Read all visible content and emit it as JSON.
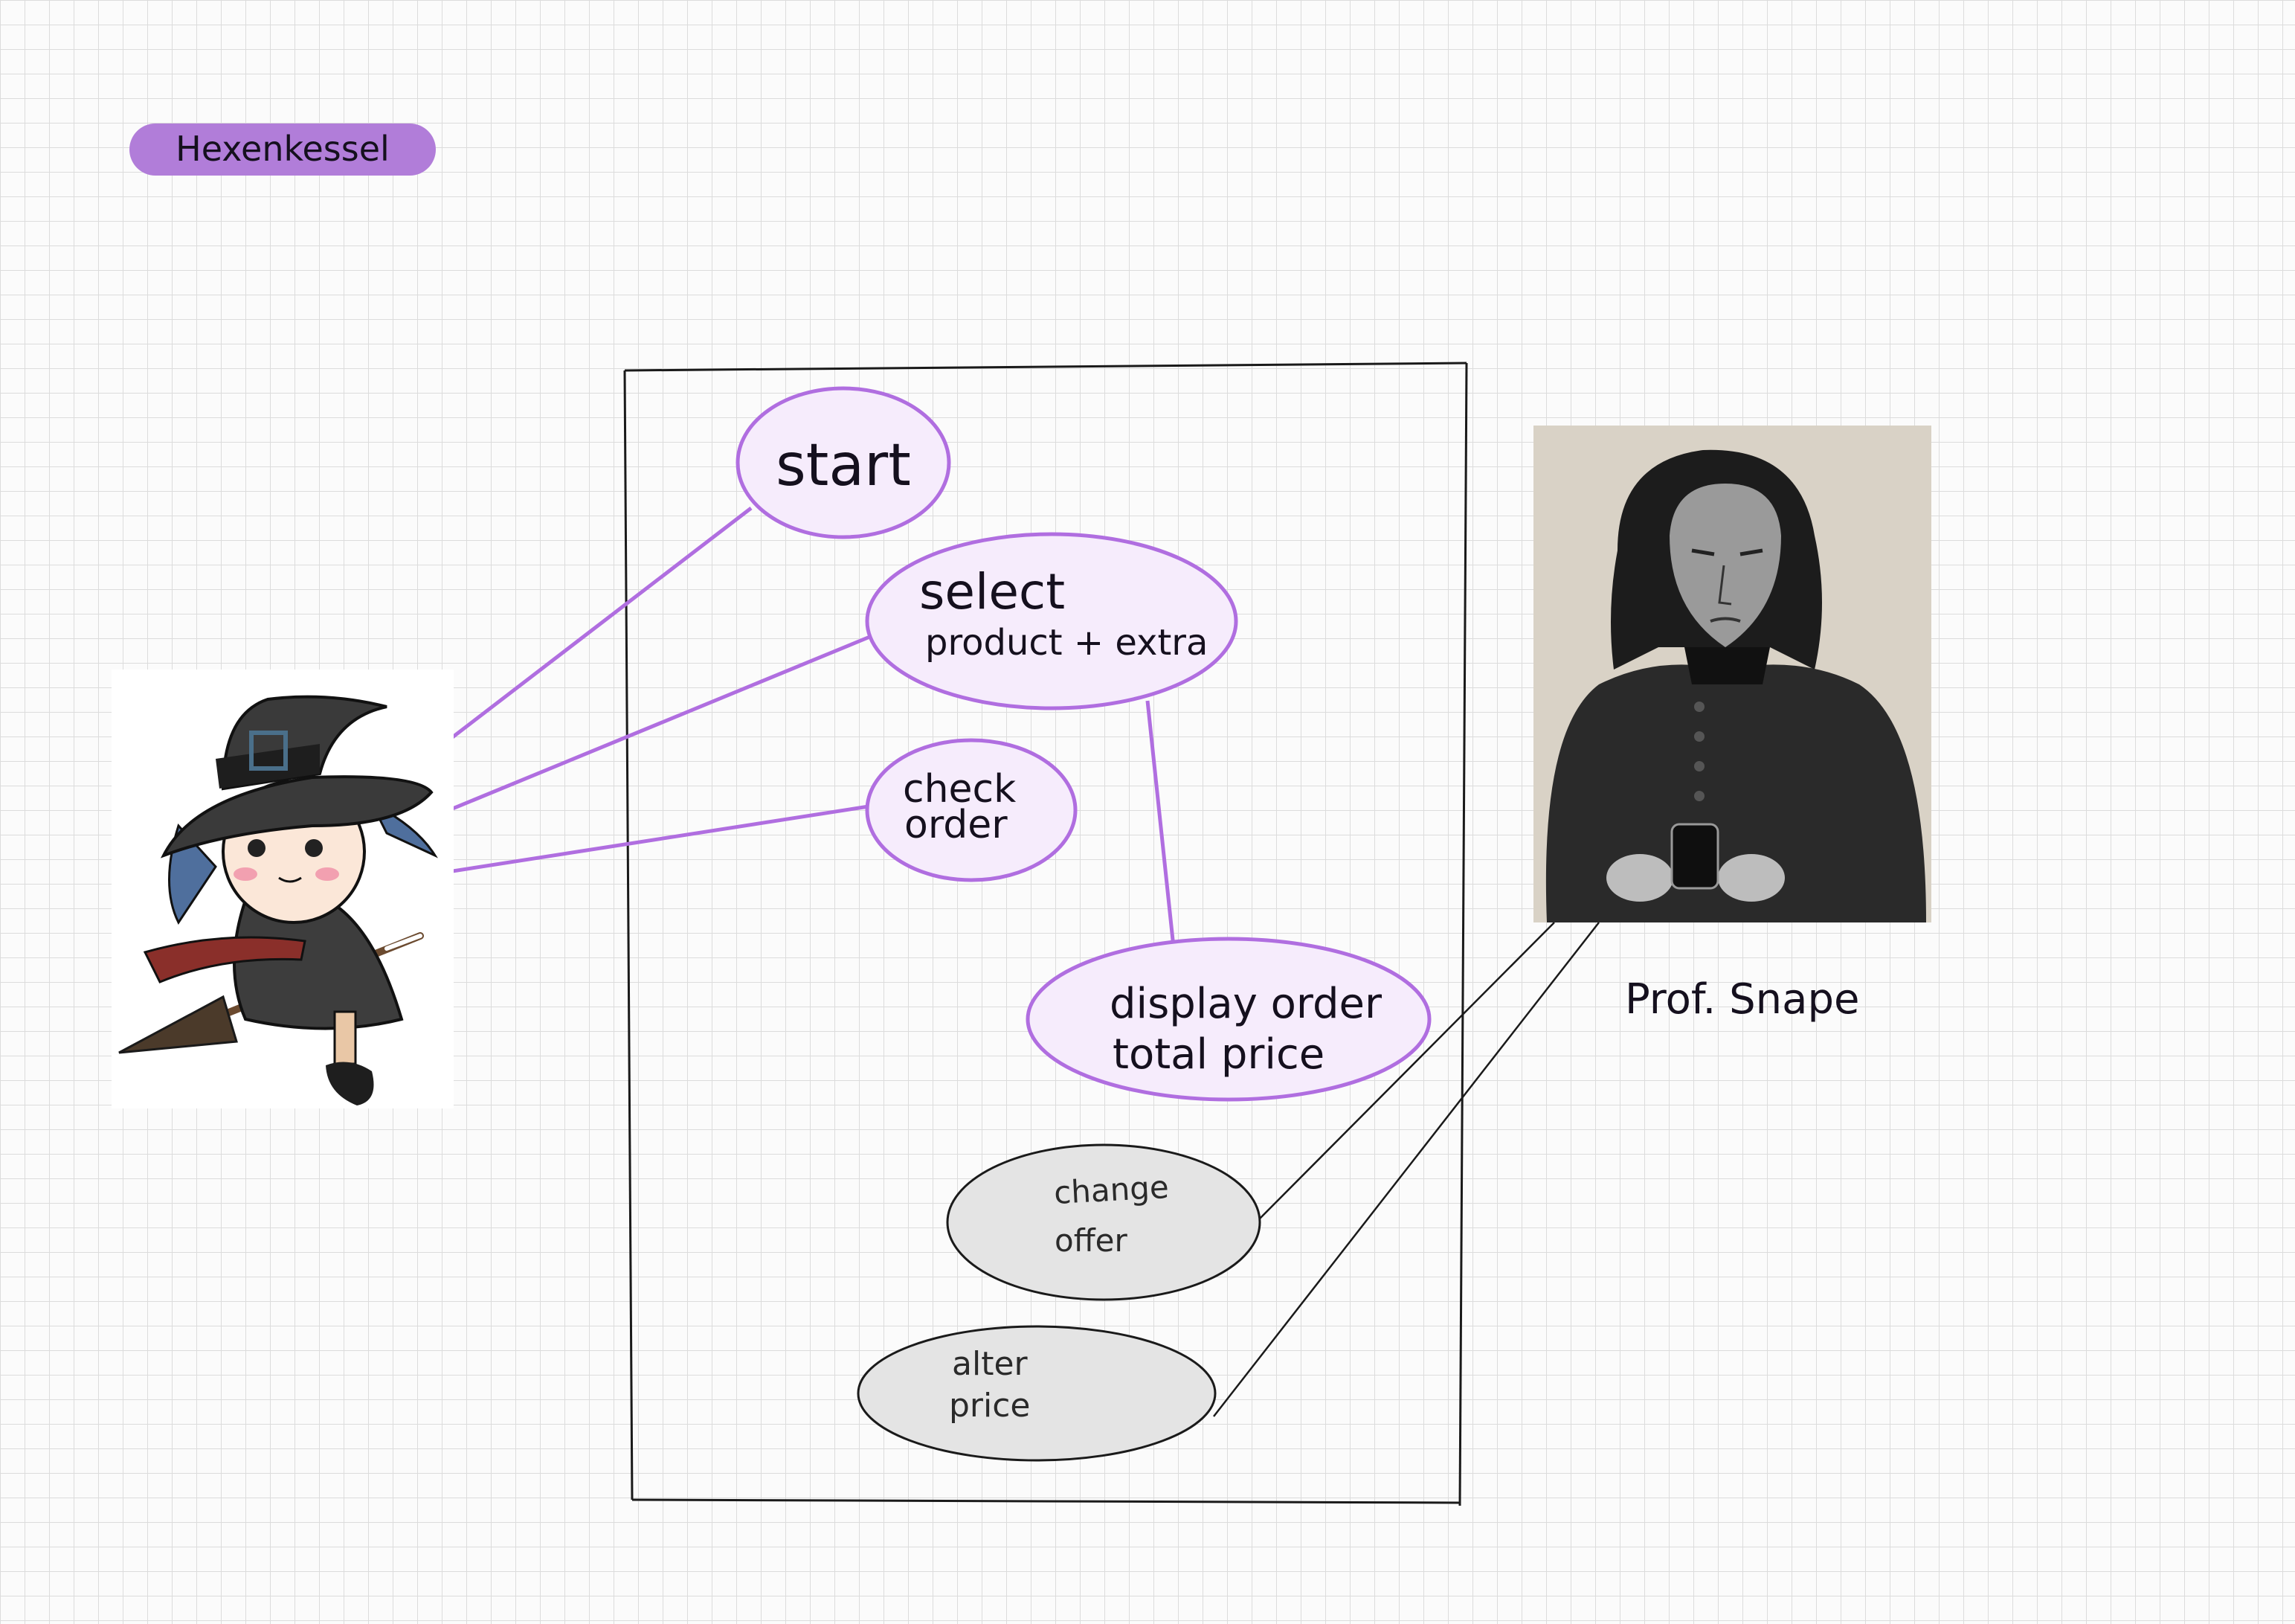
{
  "title": "Hexenkessel",
  "use_cases": {
    "start": "start",
    "select_l1": "select",
    "select_l2": "product + extra",
    "check_l1": "check",
    "check_l2": "order",
    "display_l1": "display order",
    "display_l2": "total price",
    "change_l1": "change",
    "change_l2": "offer",
    "alter_l1": "alter",
    "alter_l2": "price"
  },
  "actors": {
    "witch": {
      "icon": "witch-icon"
    },
    "snape": {
      "label": "Prof. Snape",
      "icon": "snape-portrait"
    }
  },
  "colors": {
    "accent": "#b06ee0",
    "bubble_fill": "#f6ecfc",
    "grey_bubble": "#e4e4e4",
    "title_pill": "#b17dd9"
  }
}
